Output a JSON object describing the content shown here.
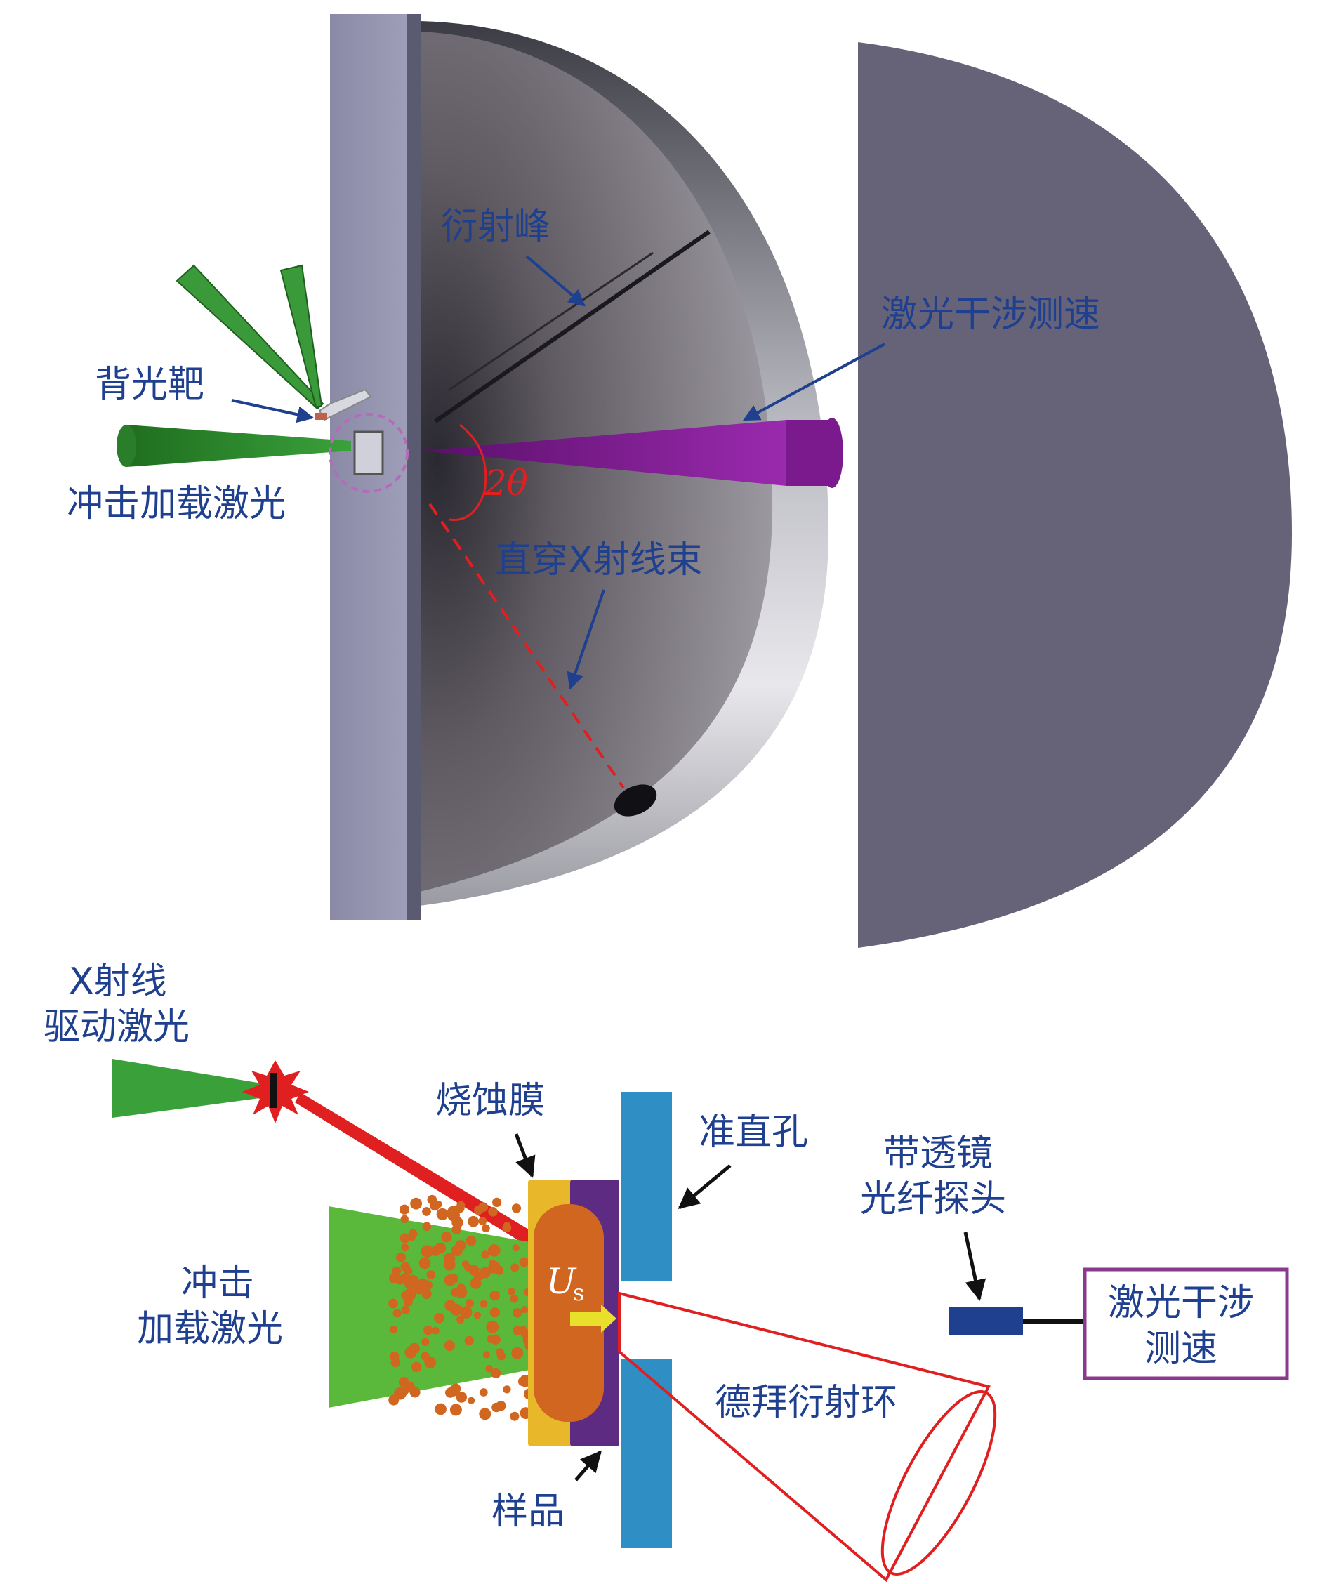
{
  "top": {
    "labels": {
      "diffraction_peak": "衍射峰",
      "backlight_target": "背光靶",
      "shock_laser": "冲击加载激光",
      "visar": "激光干涉测速",
      "direct_xray": "直穿X射线束",
      "angle": "2θ"
    }
  },
  "bottom": {
    "labels": {
      "xray_drive_line1": "X射线",
      "xray_drive_line2": "驱动激光",
      "ablator": "烧蚀膜",
      "collimator": "准直孔",
      "probe_line1": "带透镜",
      "probe_line2": "光纤探头",
      "shock_line1": "冲击",
      "shock_line2": "加载激光",
      "shock_velocity": "U",
      "shock_velocity_sub": "s",
      "visar_line1": "激光干涉",
      "visar_line2": "测速",
      "debye_ring": "德拜衍射环",
      "sample": "样品"
    }
  },
  "colors": {
    "label_blue": "#1f3f8f",
    "green": "#2e8b2e",
    "purple": "#7a1a8c",
    "red": "#e02020",
    "cyan_block": "#2f8fc4",
    "orange": "#d0661f",
    "yellow": "#e8b82a",
    "panel_gray": "#666378"
  }
}
